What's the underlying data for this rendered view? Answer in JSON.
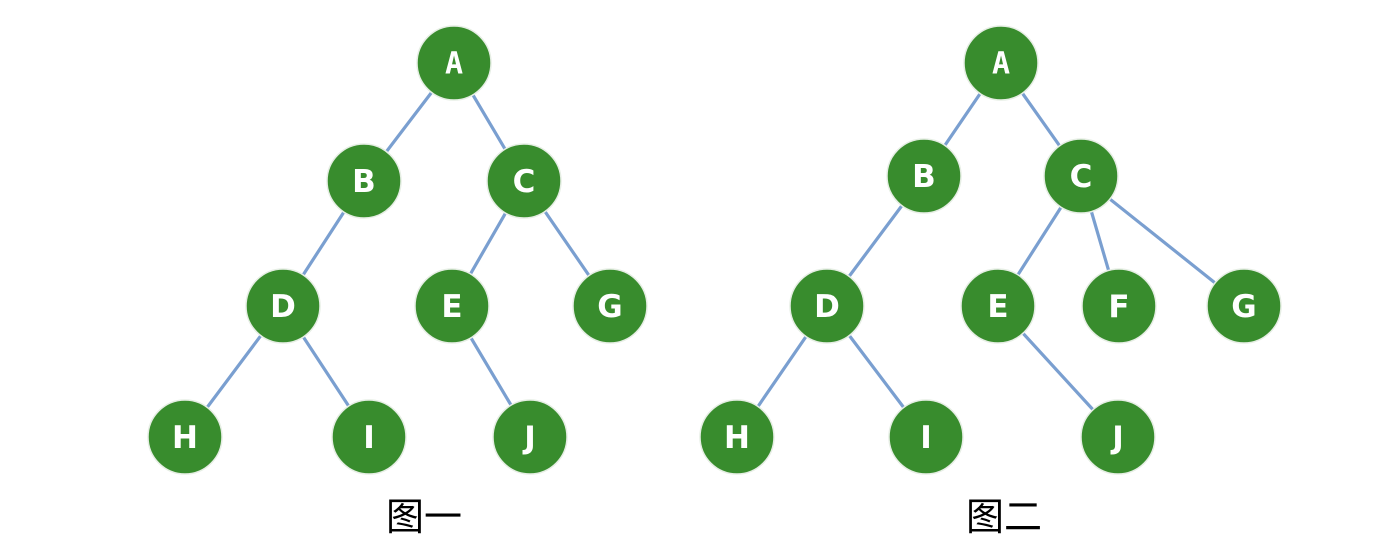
{
  "figures": [
    {
      "id": "fig1",
      "caption": "图一",
      "root": "A",
      "nodes": [
        "A",
        "B",
        "C",
        "D",
        "E",
        "G",
        "H",
        "I",
        "J"
      ],
      "edges": [
        [
          "A",
          "B"
        ],
        [
          "A",
          "C"
        ],
        [
          "B",
          "D"
        ],
        [
          "C",
          "E"
        ],
        [
          "C",
          "G"
        ],
        [
          "D",
          "H"
        ],
        [
          "D",
          "I"
        ],
        [
          "E",
          "J"
        ]
      ]
    },
    {
      "id": "fig2",
      "caption": "图二",
      "root": "A",
      "nodes": [
        "A",
        "B",
        "C",
        "D",
        "E",
        "F",
        "G",
        "H",
        "I",
        "J"
      ],
      "edges": [
        [
          "A",
          "B"
        ],
        [
          "A",
          "C"
        ],
        [
          "B",
          "D"
        ],
        [
          "C",
          "E"
        ],
        [
          "C",
          "F"
        ],
        [
          "C",
          "G"
        ],
        [
          "D",
          "H"
        ],
        [
          "D",
          "I"
        ],
        [
          "E",
          "J"
        ]
      ]
    }
  ],
  "colors": {
    "node": "#388c2d",
    "edge": "#7a9fd0",
    "label": "#ffffff",
    "caption": "#000000"
  }
}
